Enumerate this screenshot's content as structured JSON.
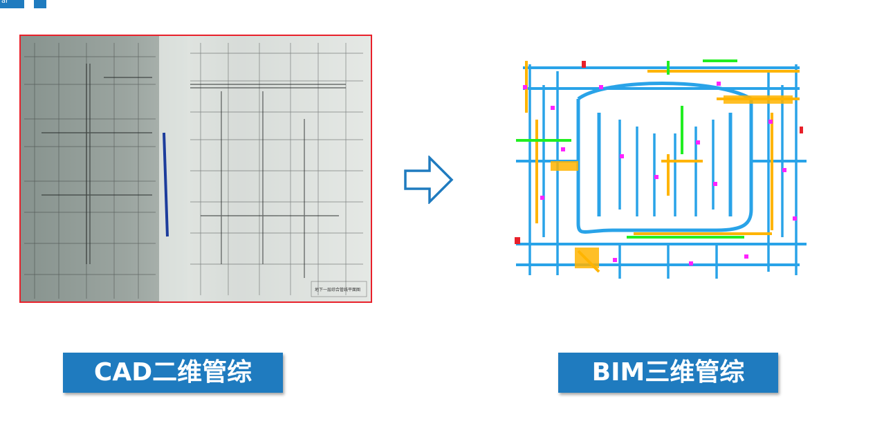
{
  "corner": {
    "tab_text": "ar"
  },
  "colors": {
    "accent_blue": "#1f7bbf",
    "photo_border": "#e8202a",
    "pipe_blue": "#29a3e8",
    "pipe_orange": "#ffb400",
    "pipe_magenta": "#ff22ff",
    "pipe_green": "#22ee22"
  },
  "cad_photo": {
    "caption": "地下一层综合管线平面图"
  },
  "arrow": {
    "icon": "right-arrow-outline-icon"
  },
  "labels": {
    "cad": "CAD二维管综",
    "bim": "BIM三维管综"
  }
}
